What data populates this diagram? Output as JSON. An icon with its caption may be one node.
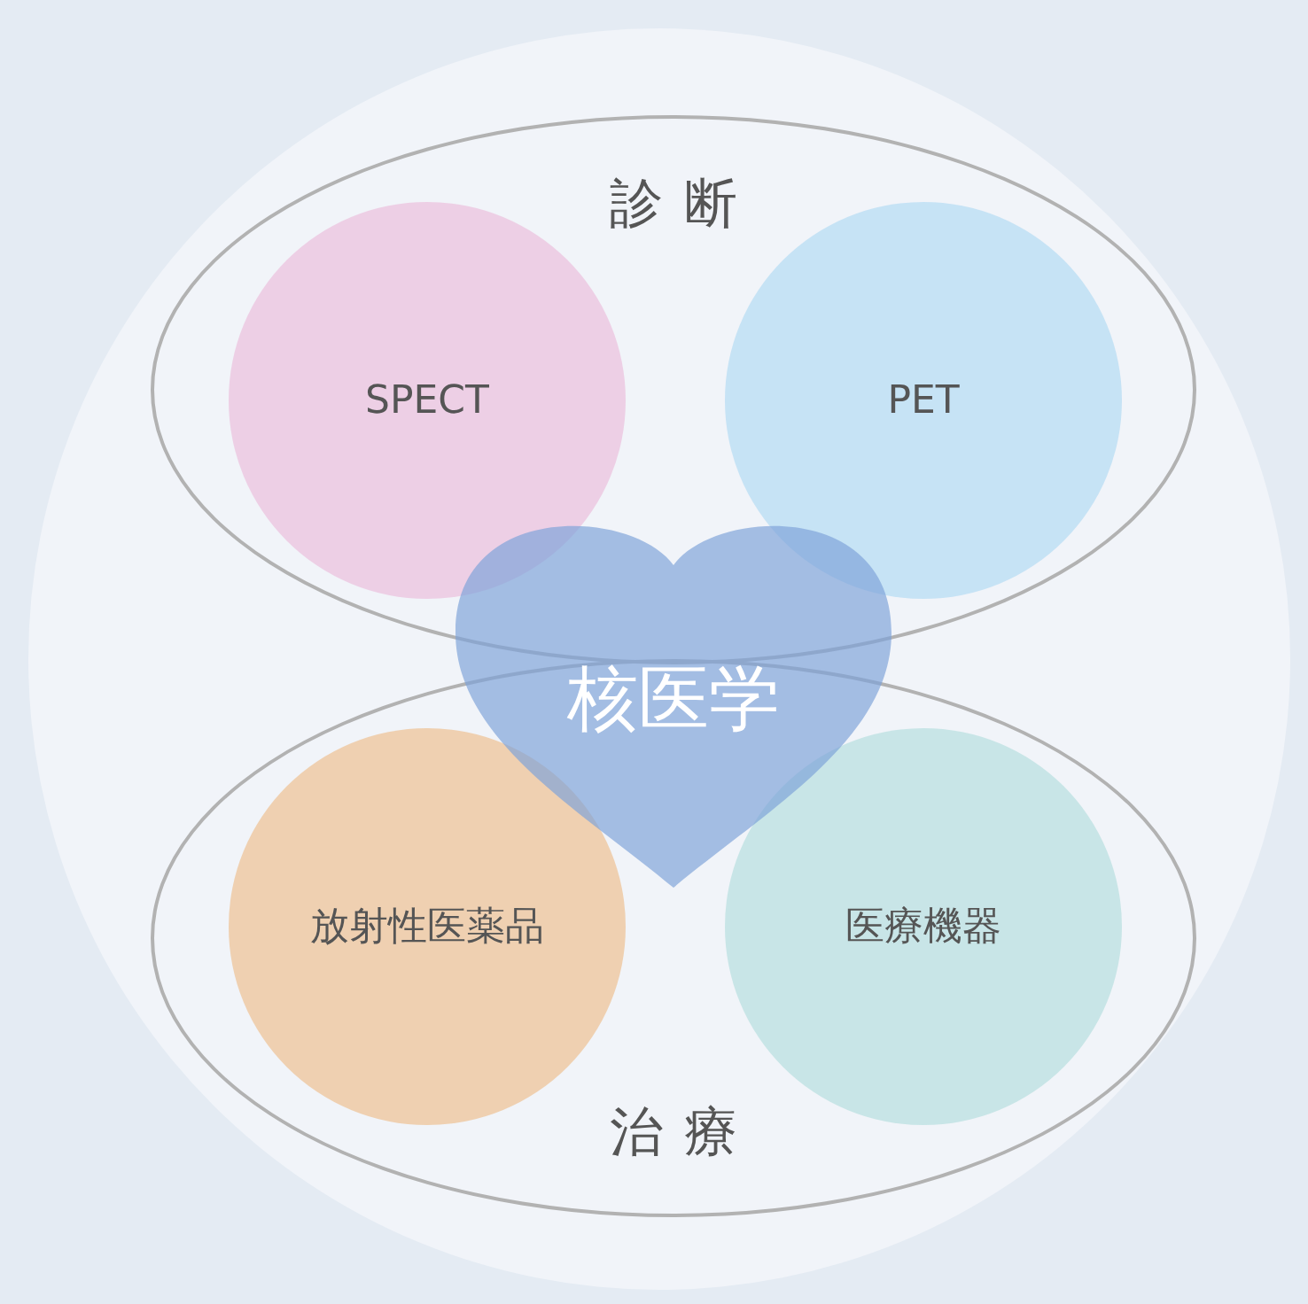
{
  "diagram": {
    "nodes": [
      {
        "text": [
          "診断"
        ]
      },
      {
        "text": [
          "SPECT"
        ],
        "in": 0
      },
      {
        "text": [
          "PET"
        ],
        "in": 0
      },
      {
        "text": [
          "治療"
        ]
      },
      {
        "text": [
          "放射性医薬品"
        ],
        "in": 3
      },
      {
        "text": [
          "医療機器"
        ],
        "in": 3
      },
      {
        "text": [
          "核医学"
        ]
      }
    ]
  }
}
